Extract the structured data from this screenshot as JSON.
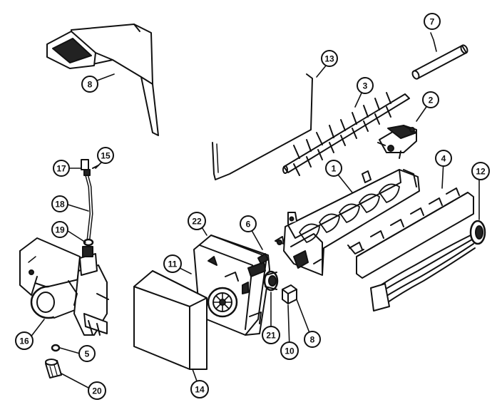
{
  "diagram": {
    "colors": {
      "ink": "#111111",
      "paper": "#ffffff",
      "shade": "#2a2a2a"
    },
    "callouts": [
      {
        "id": "c1",
        "label": "1"
      },
      {
        "id": "c2",
        "label": "2"
      },
      {
        "id": "c3",
        "label": "3"
      },
      {
        "id": "c4",
        "label": "4"
      },
      {
        "id": "c5",
        "label": "5"
      },
      {
        "id": "c6",
        "label": "6"
      },
      {
        "id": "c7",
        "label": "7"
      },
      {
        "id": "c8a",
        "label": "8"
      },
      {
        "id": "c8b",
        "label": "8"
      },
      {
        "id": "c10",
        "label": "10"
      },
      {
        "id": "c11",
        "label": "11"
      },
      {
        "id": "c12",
        "label": "12"
      },
      {
        "id": "c13",
        "label": "13"
      },
      {
        "id": "c14",
        "label": "14"
      },
      {
        "id": "c15",
        "label": "15"
      },
      {
        "id": "c16",
        "label": "16"
      },
      {
        "id": "c17",
        "label": "17"
      },
      {
        "id": "c18",
        "label": "18"
      },
      {
        "id": "c19",
        "label": "19"
      },
      {
        "id": "c20",
        "label": "20"
      },
      {
        "id": "c21",
        "label": "21"
      },
      {
        "id": "c22",
        "label": "22"
      }
    ]
  }
}
